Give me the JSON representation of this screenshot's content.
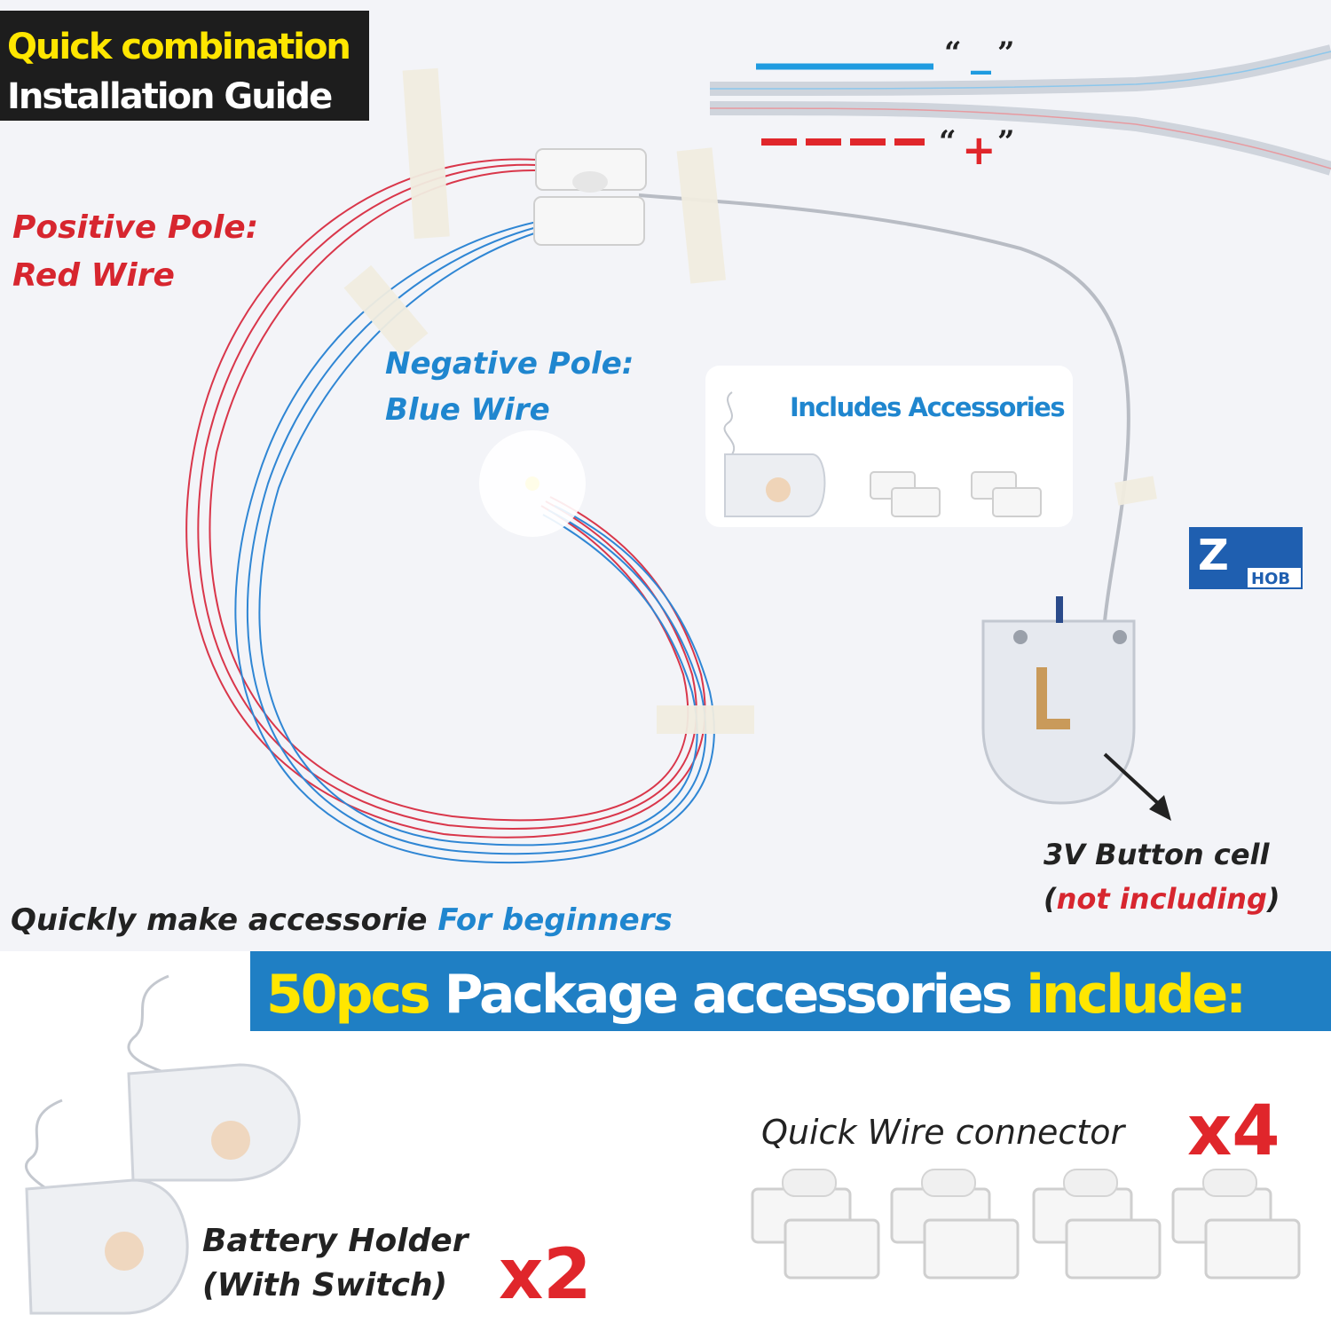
{
  "header": {
    "line1": "Quick combination",
    "line2": "Installation Guide"
  },
  "legend": {
    "minus_open": "“",
    "minus_sign": "_",
    "minus_close": "”",
    "plus_open": "“",
    "plus_sign": "+",
    "plus_close": "”",
    "negative_color": "#1f9be0",
    "positive_color": "#e0262b"
  },
  "labels": {
    "positive_line1": "Positive Pole:",
    "positive_line2": "Red Wire",
    "negative_line1": "Negative Pole:",
    "negative_line2": "Blue Wire",
    "quickly_main": "Quickly make accessorie ",
    "quickly_accent": "For beginners",
    "cell_line1": "3V Button cell",
    "cell_open": "(",
    "cell_red": "not including",
    "cell_close": ")"
  },
  "accessories_box": {
    "title": "Includes Accessories"
  },
  "logo": {
    "mark": "Z",
    "text": "HOB"
  },
  "banner": {
    "count": "50pcs",
    "middle": " Package accessories ",
    "end": "include:"
  },
  "package": {
    "connector_label": "Quick Wire connector",
    "connector_qty": "x4",
    "holder_line1": "Battery Holder",
    "holder_line2": "(With Switch)",
    "holder_qty": "x2"
  },
  "icons": [
    "battery-holder-icon",
    "wire-connector-icon",
    "led-bulb-icon",
    "arrow-icon",
    "brand-logo-icon"
  ]
}
